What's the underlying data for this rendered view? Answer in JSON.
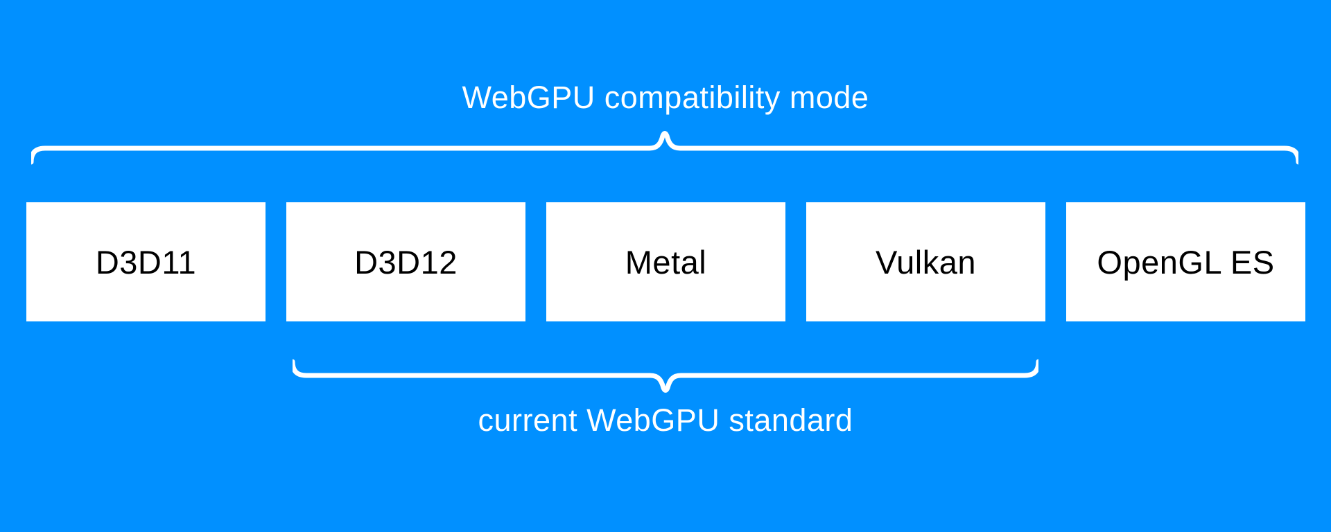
{
  "colors": {
    "background": "#0190ff",
    "foreground": "#ffffff",
    "box_background": "#ffffff",
    "box_text": "#000000"
  },
  "labels": {
    "top": "WebGPU compatibility mode",
    "bottom": "current WebGPU standard"
  },
  "boxes": [
    {
      "label": "D3D11"
    },
    {
      "label": "D3D12"
    },
    {
      "label": "Metal"
    },
    {
      "label": "Vulkan"
    },
    {
      "label": "OpenGL ES"
    }
  ],
  "braces": {
    "top_spans": "all graphics APIs",
    "bottom_spans": "D3D12, Metal, Vulkan"
  }
}
